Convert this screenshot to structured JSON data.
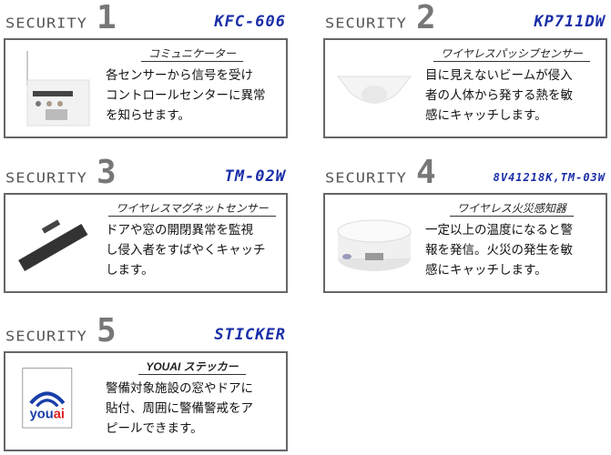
{
  "cards": [
    {
      "label": "SECURITY",
      "digit": "1",
      "model": "KFC-606",
      "title": "コミュニケーター",
      "lines": [
        "各センサーから信号を受け",
        "コントロールセンターに異常",
        "を知らせます。"
      ]
    },
    {
      "label": "SECURITY",
      "digit": "2",
      "model": "KP711DW",
      "title": "ワイヤレスパッシブセンサー",
      "lines": [
        "目に見えないビームが侵入",
        "者の人体から発する熱を敏",
        "感にキャッチします。"
      ]
    },
    {
      "label": "SECURITY",
      "digit": "3",
      "model": "TM-02W",
      "title": "ワイヤレスマグネットセンサー",
      "lines": [
        "ドアや窓の開閉異常を監視",
        "し侵入者をすばやくキャッチ",
        "します。"
      ]
    },
    {
      "label": "SECURITY",
      "digit": "4",
      "model": "8V41218K,TM-03W",
      "title": "ワイヤレス火災感知器",
      "lines": [
        "一定以上の温度になると警",
        "報を発信。火災の発生を敏",
        "感にキャッチします。"
      ]
    },
    {
      "label": "SECURITY",
      "digit": "5",
      "model": "STICKER",
      "title": "YOUAI ステッカー",
      "lines": [
        "警備対象施設の窓やドアに",
        "貼付、周囲に警備警戒をア",
        "ピールできます。"
      ],
      "logo_text": "youai"
    }
  ]
}
